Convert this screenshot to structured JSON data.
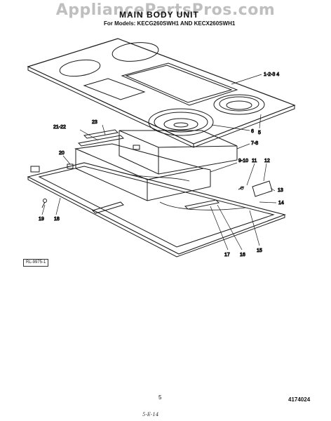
{
  "watermark": "AppliancePartsPros.com",
  "header": {
    "title": "MAIN BODY UNIT",
    "subtitle": "For Models: KECG260SWH1 AND KECX260SWH1"
  },
  "callouts": [
    {
      "id": "c1234",
      "label": "1-2-3 4"
    },
    {
      "id": "c6",
      "label": "6"
    },
    {
      "id": "c5",
      "label": "5"
    },
    {
      "id": "c2122",
      "label": "21-22"
    },
    {
      "id": "c23",
      "label": "23"
    },
    {
      "id": "c78",
      "label": "7-8"
    },
    {
      "id": "c20",
      "label": "20"
    },
    {
      "id": "c910",
      "label": "9-10"
    },
    {
      "id": "c11",
      "label": "11"
    },
    {
      "id": "c12",
      "label": "12"
    },
    {
      "id": "c13",
      "label": "13"
    },
    {
      "id": "c14",
      "label": "14"
    },
    {
      "id": "c19",
      "label": "19"
    },
    {
      "id": "c18",
      "label": "18"
    },
    {
      "id": "c17",
      "label": "17"
    },
    {
      "id": "c16",
      "label": "16"
    },
    {
      "id": "c15",
      "label": "15"
    }
  ],
  "footer": {
    "code": "RL-9975-1",
    "page_number": "5",
    "part_number": "4174024",
    "handwritten": "5-E-14"
  }
}
